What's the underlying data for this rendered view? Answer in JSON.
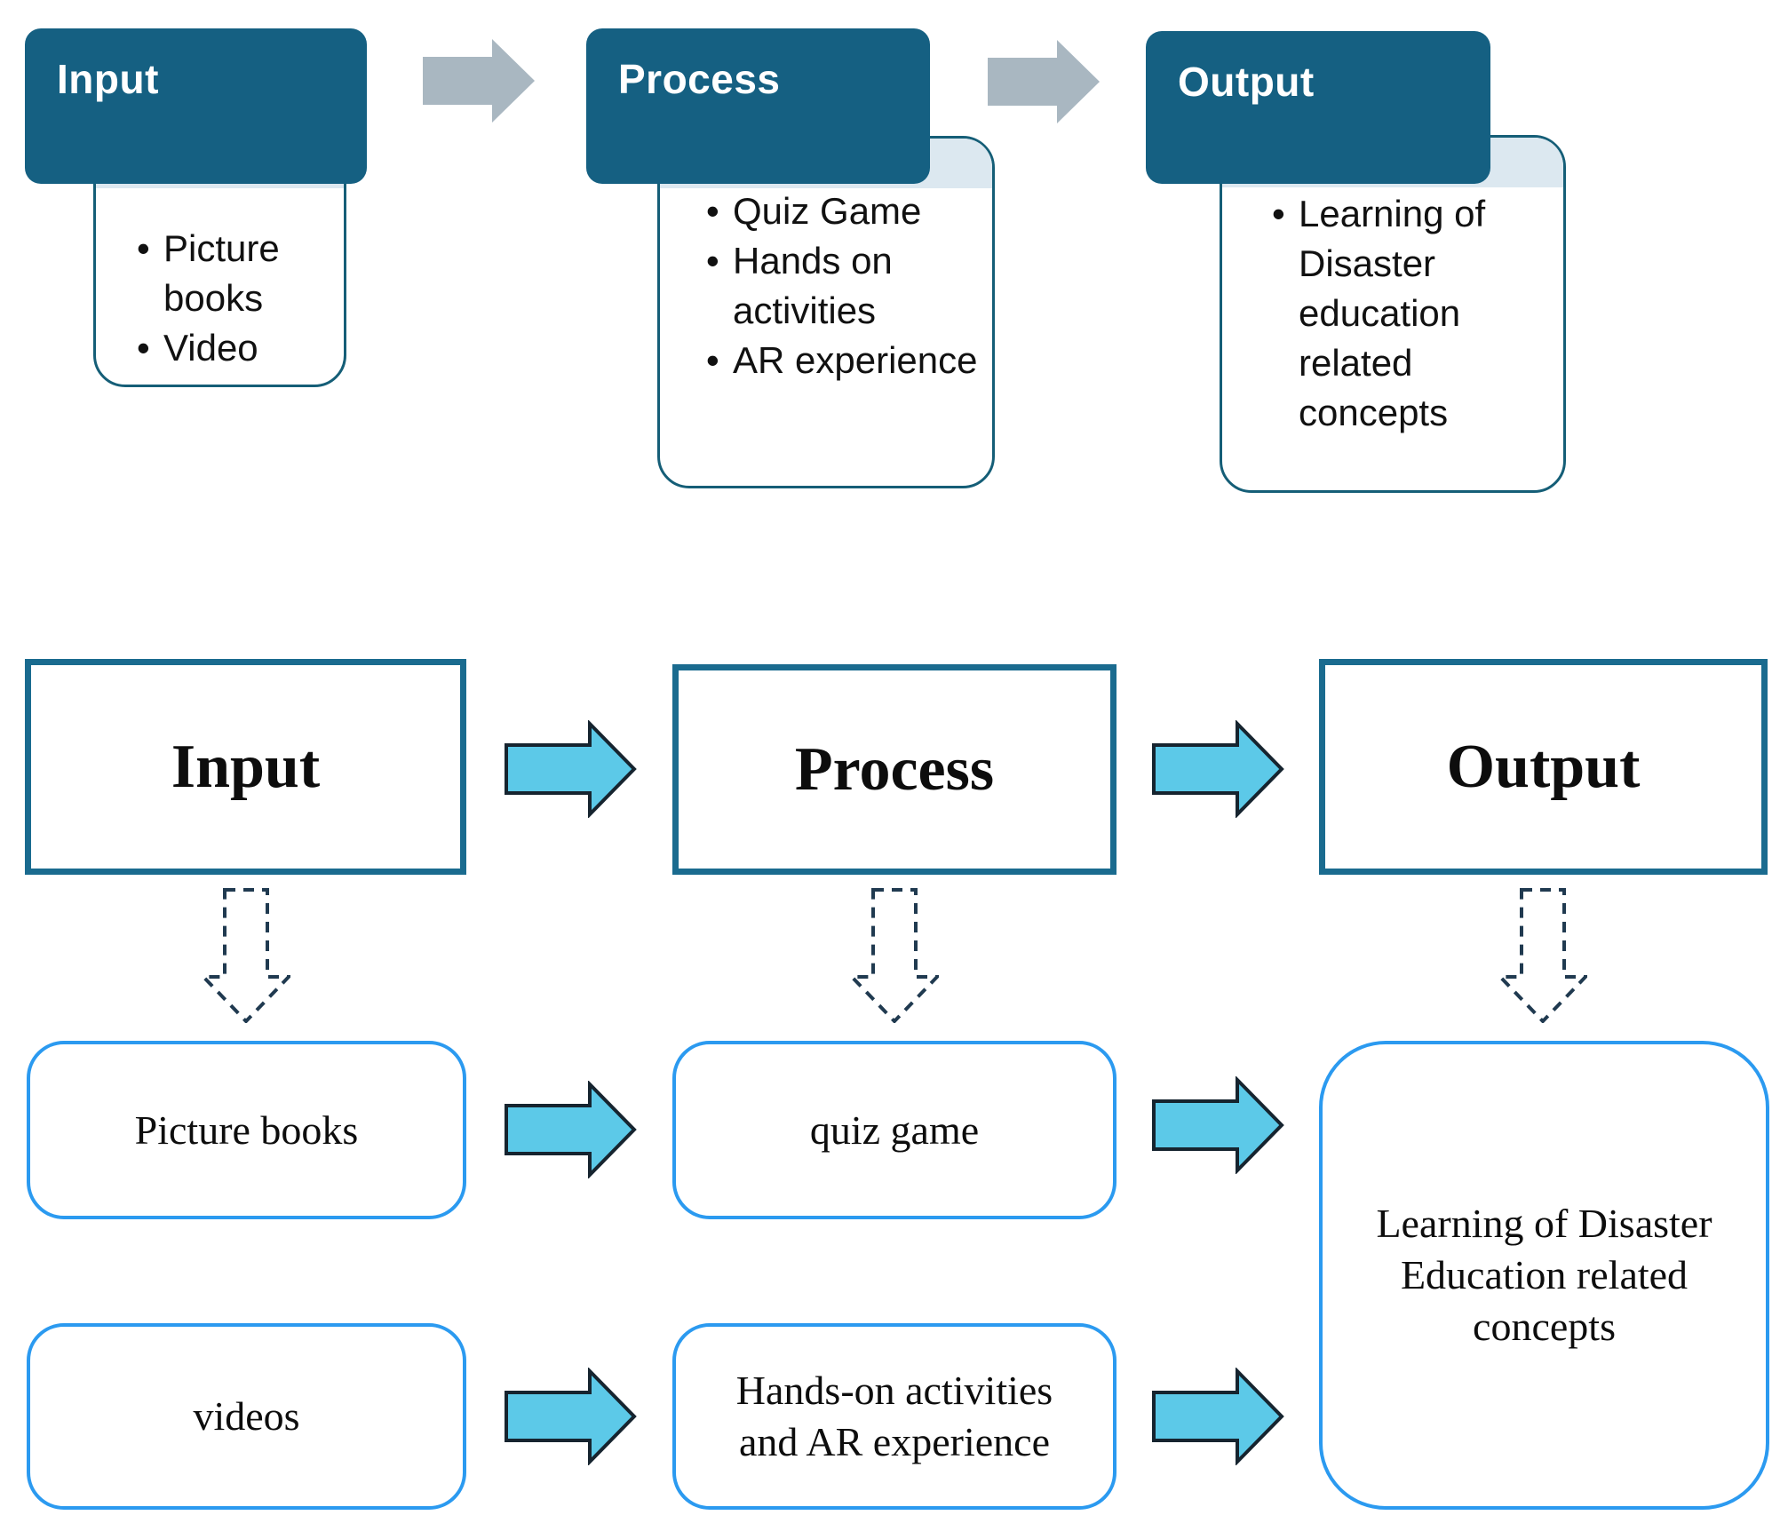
{
  "ui": {
    "bullet_char": "•"
  },
  "colors": {
    "header_teal": "#156082",
    "content_border": "#155e77",
    "band_fill": "#dce8f0",
    "gray_arrow": "#a9b7c1",
    "stage_border": "#1a6b8f",
    "cyan_arrow_fill": "#5cc9e8",
    "cyan_arrow_stroke": "#16242f",
    "node_border": "#2b9af0",
    "dashed_arrow": "#203a50"
  },
  "top_diagram": {
    "columns": [
      {
        "header": "Input",
        "bullets": [
          "Picture books",
          "Video"
        ]
      },
      {
        "header": "Process",
        "bullets": [
          "Quiz Game",
          "Hands on activities",
          "AR experience"
        ]
      },
      {
        "header": "Output",
        "bullets": [
          "Learning of Disaster education related concepts"
        ]
      }
    ]
  },
  "bottom_diagram": {
    "stages": [
      {
        "label": "Input"
      },
      {
        "label": "Process"
      },
      {
        "label": "Output"
      }
    ],
    "nodes": {
      "picture_books": "Picture books",
      "quiz_game": "quiz game",
      "videos": "videos",
      "hands_on_line1": "Hands-on activities",
      "hands_on_line2": "and AR experience",
      "output": "Learning of Disaster Education related concepts"
    }
  }
}
